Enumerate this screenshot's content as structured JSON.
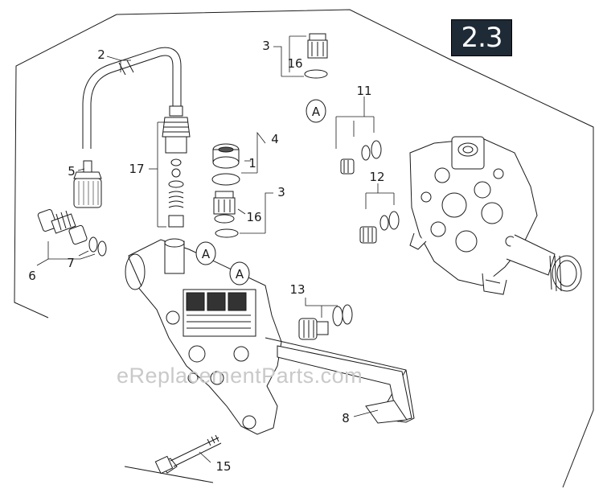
{
  "section_badge": "2.3",
  "watermark": "eReplacementParts.com",
  "callouts": {
    "c1": "1",
    "c2": "2",
    "c3a": "3",
    "c3b": "3",
    "c4": "4",
    "c5": "5",
    "c6": "6",
    "c7": "7",
    "c8": "8",
    "c11": "11",
    "c12": "12",
    "c13": "13",
    "c15": "15",
    "c16a": "16",
    "c16b": "16",
    "c17": "17"
  },
  "markers": {
    "a_top": "A",
    "a_left": "A",
    "a_right": "A"
  },
  "colors": {
    "ink": "#1a1a1a",
    "badge_bg": "#1e2a36",
    "badge_text": "#ffffff",
    "watermark": "#c9c9c9",
    "part_fill": "#ffffff",
    "shade": "#9a9a9a"
  }
}
